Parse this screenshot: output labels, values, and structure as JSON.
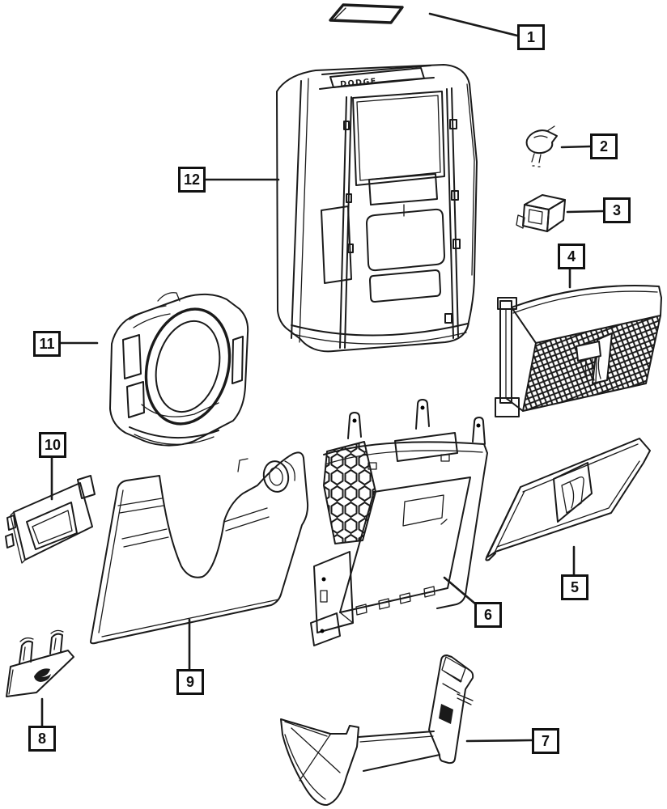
{
  "colors": {
    "line": "#1a1a1a",
    "background": "#ffffff"
  },
  "brand_text": "DODGE",
  "callouts": [
    {
      "label": "1"
    },
    {
      "label": "2"
    },
    {
      "label": "3"
    },
    {
      "label": "4"
    },
    {
      "label": "5"
    },
    {
      "label": "6"
    },
    {
      "label": "7"
    },
    {
      "label": "8"
    },
    {
      "label": "9"
    },
    {
      "label": "10"
    },
    {
      "label": "11"
    },
    {
      "label": "12"
    }
  ]
}
